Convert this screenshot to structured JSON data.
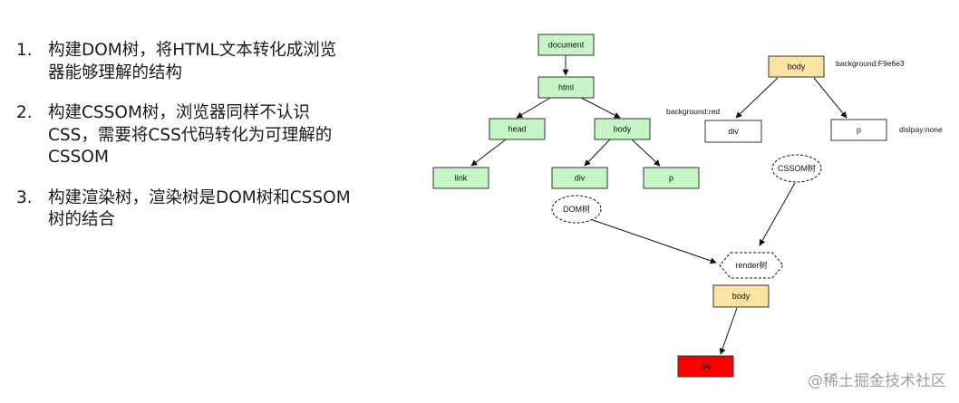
{
  "steps": [
    {
      "num": "1.",
      "text": "构建DOM树，将HTML文本转化成浏览器能够理解的结构"
    },
    {
      "num": "2.",
      "text": "构建CSSOM树，浏览器同样不认识CSS，需要将CSS代码转化为可理解的CSSOM"
    },
    {
      "num": "3.",
      "text": "构建渲染树，渲染树是DOM树和CSSOM树的结合"
    }
  ],
  "dom_tree": {
    "document": "document",
    "html": "html",
    "head": "head",
    "body": "body",
    "link": "link",
    "div": "div",
    "p": "p"
  },
  "cssom_tree": {
    "body": "body",
    "body_style": "background:F9e6e3",
    "div": "div",
    "div_style": "background:red",
    "p": "p",
    "p_style": "dislpay:none"
  },
  "labels": {
    "dom": "DOM树",
    "cssom": "CSSOM树",
    "render": "render树"
  },
  "render_tree": {
    "body": "body",
    "div": "div"
  },
  "colors": {
    "dom_node": "#c6f5c6",
    "body_node": "#fbe3a2",
    "div_render": "#ff0000",
    "white_node": "#ffffff"
  },
  "watermark": "@稀土掘金技术社区"
}
